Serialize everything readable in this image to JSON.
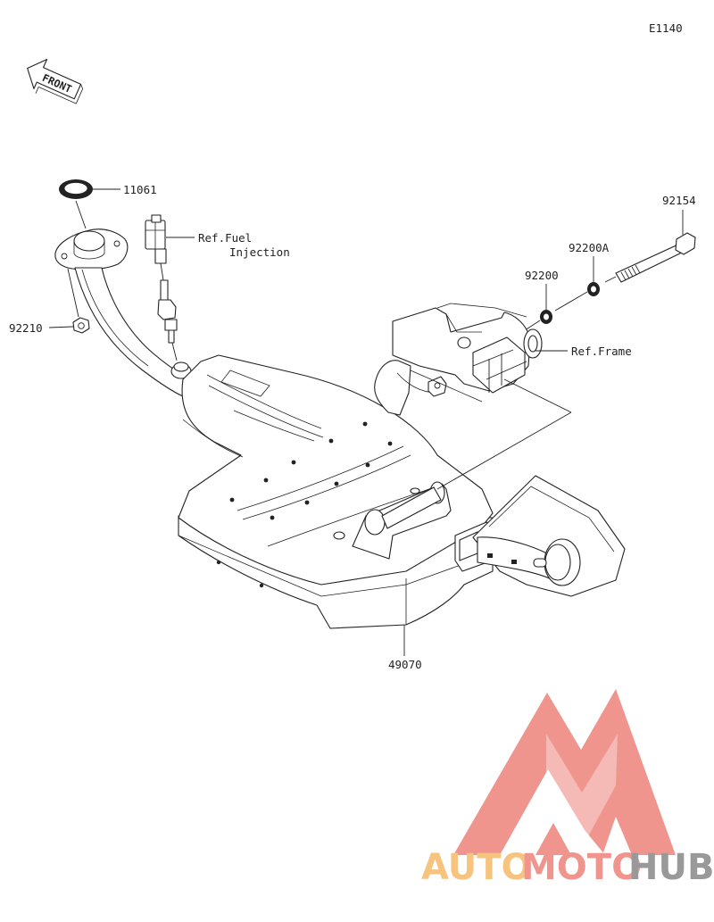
{
  "diagram_code": "E1140",
  "front_indicator": "FRONT",
  "callouts": {
    "p11061": "11061",
    "p92210": "92210",
    "ref_fuel_line1": "Ref.Fuel",
    "ref_fuel_line2": "Injection",
    "p92154": "92154",
    "p92200A": "92200A",
    "p92200": "92200",
    "ref_frame": "Ref.Frame",
    "p49070": "49070"
  },
  "watermark": {
    "part1": "AUTO",
    "part2": "MOTO",
    "part3": "HUB",
    "colors": {
      "orange": "#f7be72",
      "red": "#ee8a82",
      "gray": "#8e8e8e"
    }
  }
}
